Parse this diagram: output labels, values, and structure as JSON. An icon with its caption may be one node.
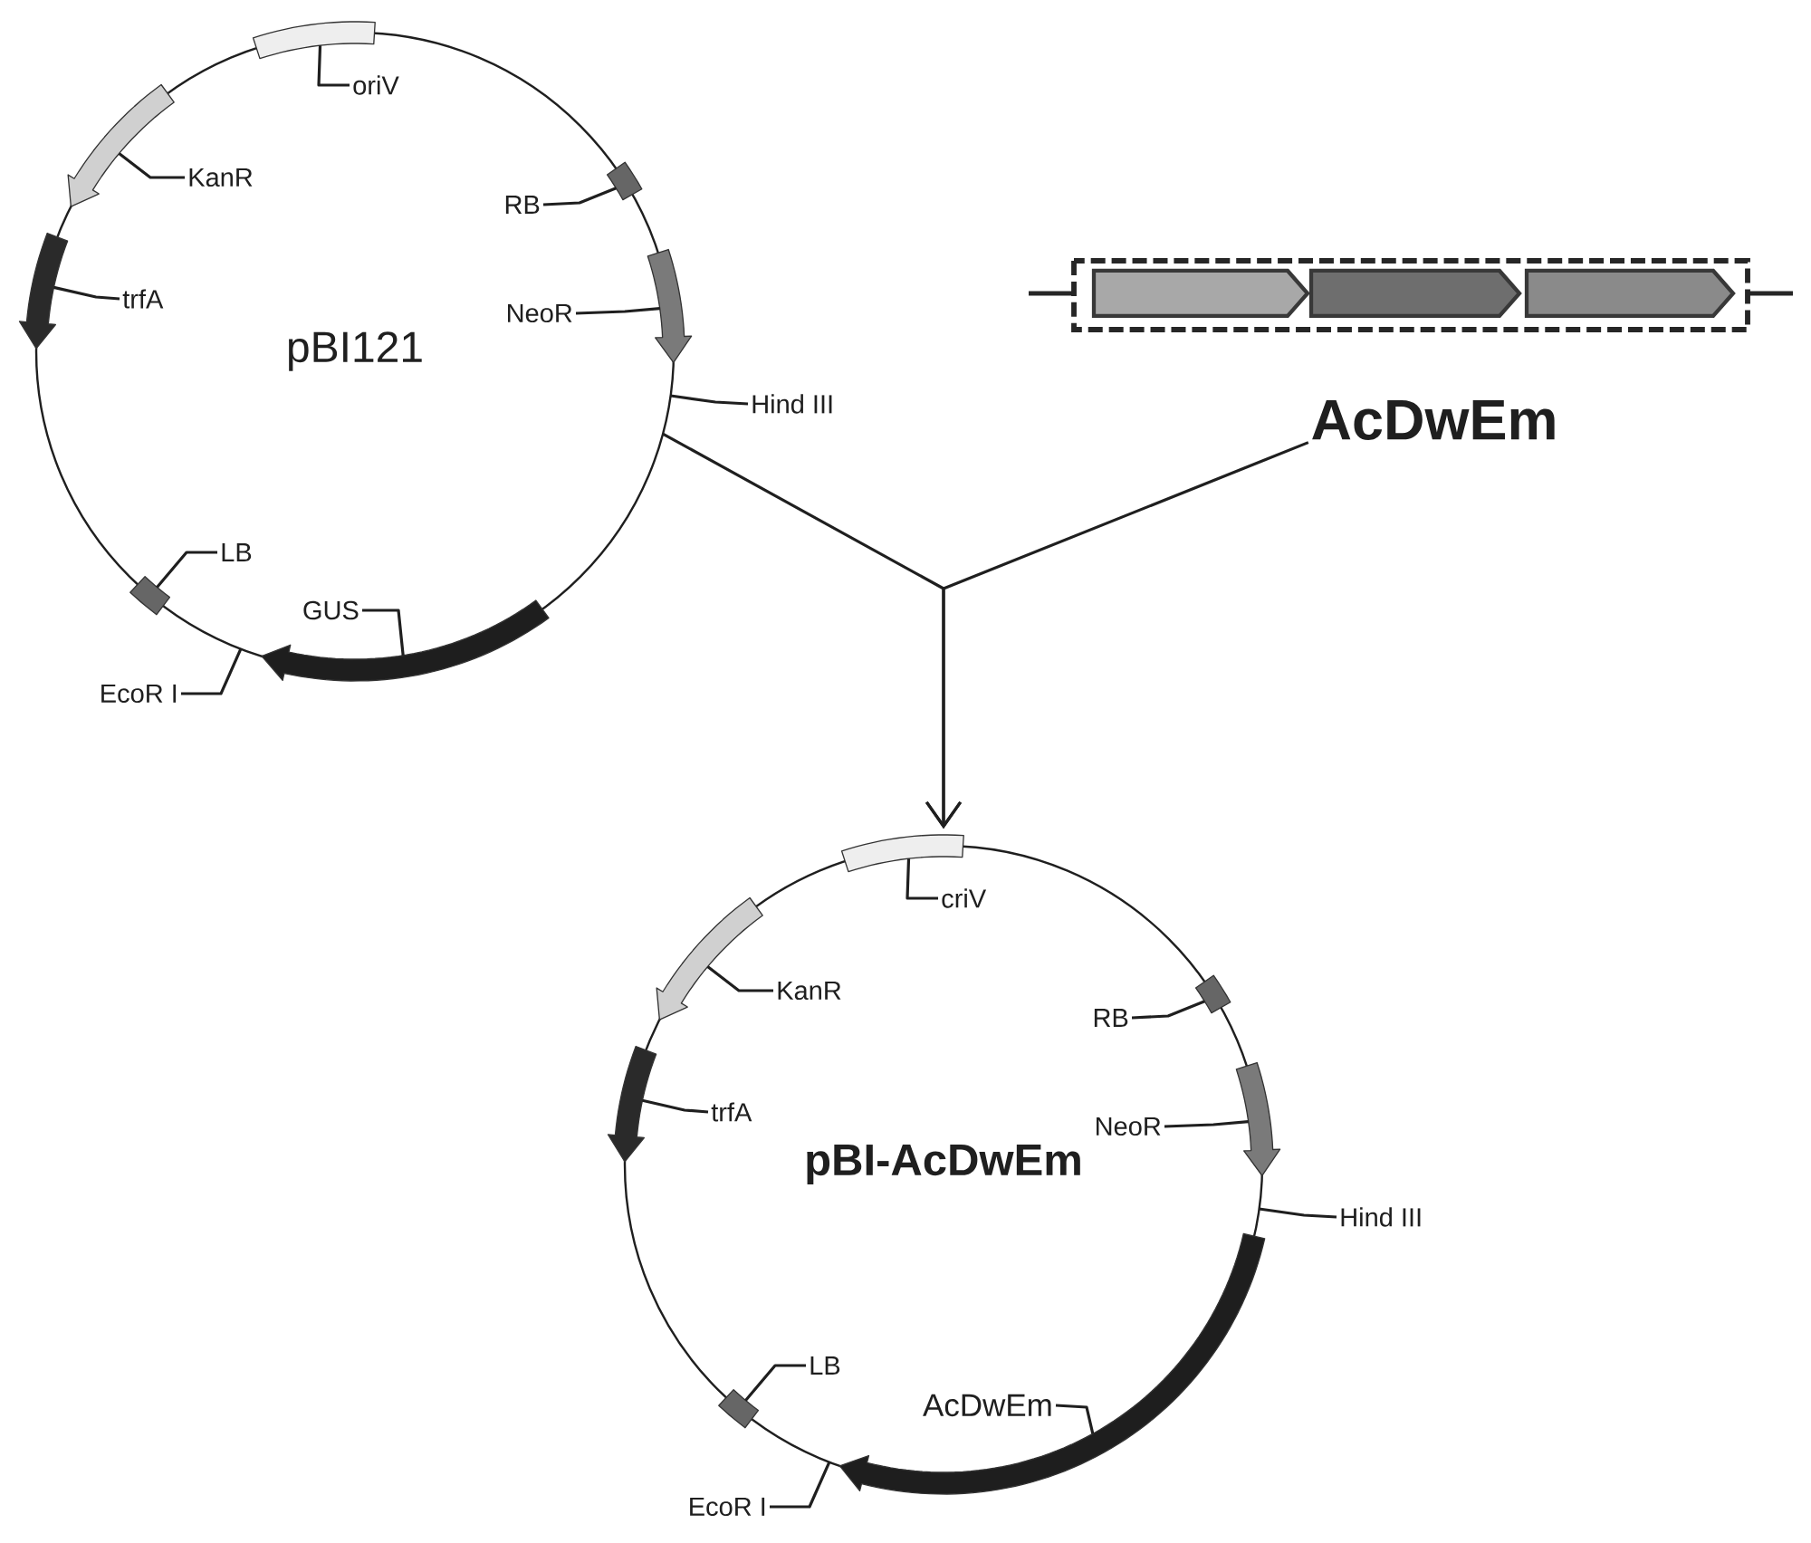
{
  "diagram": {
    "nodes": [
      {
        "text": [
          "pBI121"
        ]
      },
      {
        "text": [
          "oriV"
        ],
        "in": 0
      },
      {
        "text": [],
        "shape": "box",
        "in": 0
      },
      {
        "text": [
          "KanR"
        ],
        "in": 0
      },
      {
        "text": [],
        "shape": "arrow",
        "in": 0
      },
      {
        "text": [
          "RB"
        ],
        "in": 0
      },
      {
        "text": [],
        "shape": "box",
        "in": 0
      },
      {
        "text": [
          "trfA"
        ],
        "in": 0
      },
      {
        "text": [],
        "shape": "arrow",
        "in": 0
      },
      {
        "text": [
          "NeoR"
        ],
        "in": 0
      },
      {
        "text": [],
        "shape": "arrow",
        "in": 0
      },
      {
        "text": [
          "Hind III"
        ]
      },
      {
        "text": [
          "LB"
        ],
        "in": 0
      },
      {
        "text": [],
        "shape": "box",
        "in": 0
      },
      {
        "text": [
          "GUS"
        ],
        "in": 0
      },
      {
        "text": [],
        "shape": "arrow",
        "in": 0
      },
      {
        "text": [
          "EcoR I"
        ]
      },
      {
        "text": [
          "AcDwEm"
        ]
      },
      {
        "text": [],
        "shape": "arrow",
        "in": 17
      },
      {
        "text": [],
        "shape": "arrow",
        "in": 17
      },
      {
        "text": [],
        "shape": "arrow",
        "in": 17
      },
      {
        "text": [
          "pBI-AcDwEm"
        ]
      },
      {
        "text": [
          "criV"
        ],
        "in": 21
      },
      {
        "text": [],
        "shape": "box",
        "in": 21
      },
      {
        "text": [
          "KanR"
        ],
        "in": 21
      },
      {
        "text": [],
        "shape": "arrow",
        "in": 21
      },
      {
        "text": [
          "RB"
        ],
        "in": 21
      },
      {
        "text": [],
        "shape": "box",
        "in": 21
      },
      {
        "text": [
          "trfA"
        ],
        "in": 21
      },
      {
        "text": [],
        "shape": "arrow",
        "in": 21
      },
      {
        "text": [
          "NeoR"
        ],
        "in": 21
      },
      {
        "text": [],
        "shape": "arrow",
        "in": 21
      },
      {
        "text": [
          "Hind III"
        ]
      },
      {
        "text": [
          "LB"
        ],
        "in": 21
      },
      {
        "text": [],
        "shape": "box",
        "in": 21
      },
      {
        "text": [
          "AcDwEm"
        ],
        "in": 21
      },
      {
        "text": [],
        "shape": "arrow",
        "in": 21
      },
      {
        "text": [
          "EcoR I"
        ]
      }
    ],
    "edges": [
      {
        "from": 1,
        "to": 2,
        "arrow": "none"
      },
      {
        "from": 3,
        "to": 4,
        "arrow": "none"
      },
      {
        "from": 5,
        "to": 6,
        "arrow": "none"
      },
      {
        "from": 7,
        "to": 8,
        "arrow": "none"
      },
      {
        "from": 9,
        "to": 10,
        "arrow": "none"
      },
      {
        "from": 11,
        "to": 0,
        "arrow": "none"
      },
      {
        "from": 12,
        "to": 13,
        "arrow": "none"
      },
      {
        "from": 14,
        "to": 15,
        "arrow": "none"
      },
      {
        "from": 16,
        "to": 0,
        "arrow": "none"
      },
      {
        "from": 0,
        "to": 21,
        "arrow": "to"
      },
      {
        "from": 17,
        "to": 21,
        "arrow": "to"
      },
      {
        "from": 22,
        "to": 23,
        "arrow": "none"
      },
      {
        "from": 24,
        "to": 25,
        "arrow": "none"
      },
      {
        "from": 26,
        "to": 27,
        "arrow": "none"
      },
      {
        "from": 28,
        "to": 29,
        "arrow": "none"
      },
      {
        "from": 30,
        "to": 31,
        "arrow": "none"
      },
      {
        "from": 32,
        "to": 21,
        "arrow": "none"
      },
      {
        "from": 33,
        "to": 34,
        "arrow": "none"
      },
      {
        "from": 35,
        "to": 36,
        "arrow": "none"
      },
      {
        "from": 37,
        "to": 21,
        "arrow": "none"
      }
    ]
  }
}
